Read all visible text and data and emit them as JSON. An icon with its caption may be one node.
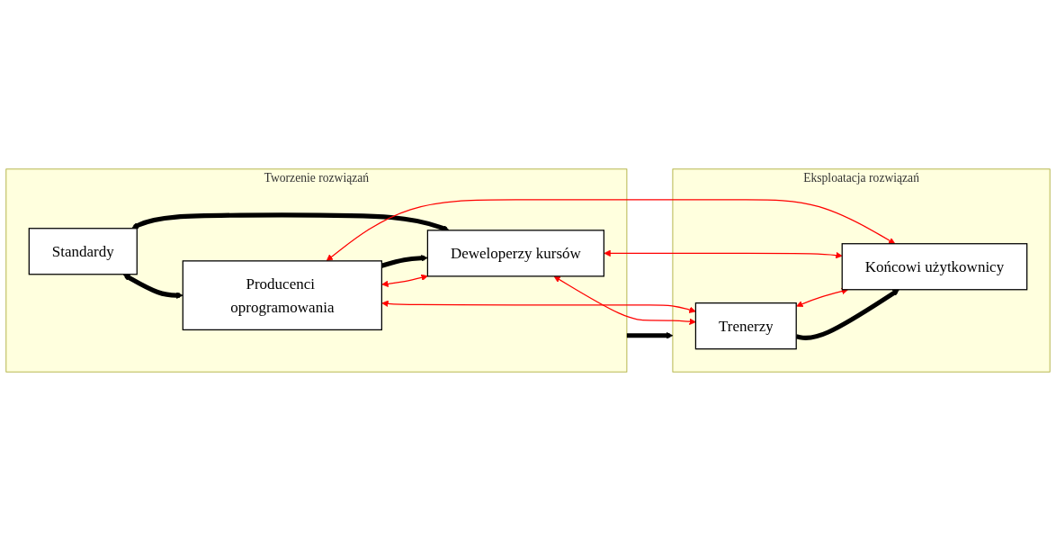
{
  "diagram": {
    "nodes": [
      {
        "text": [
          "Tworzenie rozwiązań"
        ]
      },
      {
        "text": [
          "Producenci oprogramowania"
        ],
        "in": 0
      },
      {
        "text": [
          "Standardy"
        ],
        "in": 0
      },
      {
        "text": [
          "Deweloperzy kursów"
        ],
        "in": 0
      },
      {
        "text": [
          "Eksploatacja rozwiązań"
        ]
      },
      {
        "text": [
          "Trenerzy"
        ],
        "in": 4
      },
      {
        "text": [
          "Końcowi użytkownicy"
        ],
        "in": 4
      }
    ],
    "edges": [
      {
        "from": 2,
        "to": 1,
        "arrow": "both",
        "style": "thick",
        "color": "#000000"
      },
      {
        "from": 2,
        "to": 3,
        "arrow": "both",
        "style": "thick",
        "color": "#000000"
      },
      {
        "from": 1,
        "to": 3,
        "arrow": "to",
        "style": "thick",
        "color": "#000000"
      },
      {
        "from": 1,
        "to": 3,
        "arrow": "both",
        "color": "#ff0000"
      },
      {
        "from": 0,
        "to": 4,
        "arrow": "to",
        "style": "thick",
        "color": "#000000"
      },
      {
        "from": 1,
        "to": 5,
        "arrow": "both",
        "color": "#ff0000"
      },
      {
        "from": 1,
        "to": 6,
        "arrow": "both",
        "color": "#ff0000"
      },
      {
        "from": 3,
        "to": 5,
        "arrow": "both",
        "color": "#ff0000"
      },
      {
        "from": 3,
        "to": 6,
        "arrow": "both",
        "color": "#ff0000"
      },
      {
        "from": 5,
        "to": 6,
        "arrow": "both",
        "color": "#ff0000"
      },
      {
        "from": 5,
        "to": 6,
        "arrow": "to",
        "style": "thick",
        "color": "#000000"
      }
    ]
  }
}
